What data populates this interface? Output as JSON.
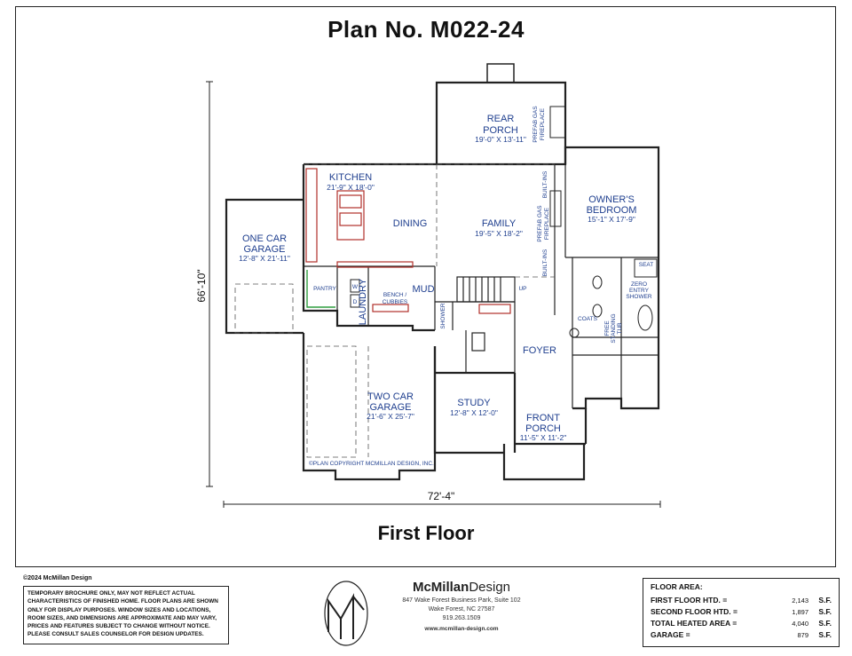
{
  "sheet": {
    "plan_title": "Plan No. M022-24",
    "floor_title": "First Floor"
  },
  "dimensions": {
    "overall_depth": "66'-10\"",
    "overall_width": "72'-4\""
  },
  "rooms": {
    "rear_porch": {
      "line1": "REAR",
      "line2": "PORCH",
      "size": "19'-0\" X 13'-11\""
    },
    "kitchen": {
      "name": "KITCHEN",
      "size": "21'-9\" X 18'-0\""
    },
    "dining": {
      "name": "DINING"
    },
    "family": {
      "name": "FAMILY",
      "size": "19'-5\" X 18'-2\""
    },
    "owners_bedroom": {
      "line1": "OWNER'S",
      "line2": "BEDROOM",
      "size": "15'-1\" X 17'-9\""
    },
    "one_car_garage": {
      "line1": "ONE CAR",
      "line2": "GARAGE",
      "size": "12'-8\" X 21'-11\""
    },
    "pantry": {
      "name": "PANTRY"
    },
    "laundry": {
      "name": "LAUNDRY"
    },
    "bench": {
      "line1": "BENCH /",
      "line2": "CUBBIES"
    },
    "mud": {
      "name": "MUD"
    },
    "foyer": {
      "name": "FOYER"
    },
    "two_car_garage": {
      "line1": "TWO CAR",
      "line2": "GARAGE",
      "size": "21'-6\" X 25'-7\""
    },
    "study": {
      "name": "STUDY",
      "size": "12'-8\" X 12'-0\""
    },
    "front_porch": {
      "line1": "FRONT",
      "line2": "PORCH",
      "size": "11'-5\" X 11'-2\""
    }
  },
  "labels": {
    "prefab_gas_fireplace_l1": "PREFAB GAS",
    "prefab_gas_fireplace_l2": "FIREPLACE",
    "built_ins": "BUILT-INS",
    "up": "UP",
    "shower": "SHOWER",
    "coats": "COATS",
    "seat": "SEAT",
    "zero_entry_l1": "ZERO",
    "zero_entry_l2": "ENTRY",
    "zero_entry_l3": "SHOWER",
    "free_standing_l1": "FREE",
    "free_standing_l2": "STANDING",
    "free_standing_l3": "TUB",
    "washer": "W",
    "dryer": "D",
    "plan_copyright": "©PLAN COPYRIGHT MCMILLAN DESIGN, INC."
  },
  "footer": {
    "copyright": "©2024 McMillan Design",
    "disclaimer": "TEMPORARY BROCHURE ONLY, MAY NOT REFLECT ACTUAL CHARACTERISTICS OF FINISHED HOME. FLOOR PLANS ARE SHOWN ONLY FOR DISPLAY PURPOSES. WINDOW SIZES AND LOCATIONS, ROOM SIZES, AND DIMENSIONS ARE APPROXIMATE AND MAY VARY, PRICES AND FEATURES SUBJECT TO CHANGE WITHOUT NOTICE. PLEASE CONSULT SALES COUNSELOR FOR DESIGN UPDATES.",
    "company_name_bold": "McMillan",
    "company_name_light": "Design",
    "address1": "847 Wake Forest Business Park, Suite 102",
    "address2": "Wake Forest, NC 27587",
    "phone": "919.263.1509",
    "url": "www.mcmillan-design.com"
  },
  "floor_area": {
    "heading": "FLOOR AREA:",
    "unit": "S.F.",
    "rows": [
      {
        "label": "FIRST FLOOR HTD. =",
        "value": "2,143"
      },
      {
        "label": "SECOND FLOOR HTD. =",
        "value": "1,897"
      },
      {
        "label": "TOTAL HEATED AREA =",
        "value": "4,040"
      },
      {
        "label": "GARAGE =",
        "value": "879"
      }
    ]
  },
  "colors": {
    "room_label": "#1f3f8f",
    "wall": "#222222",
    "cabinet": "#b0302a",
    "pantry_shelf": "#2f9e3f"
  }
}
